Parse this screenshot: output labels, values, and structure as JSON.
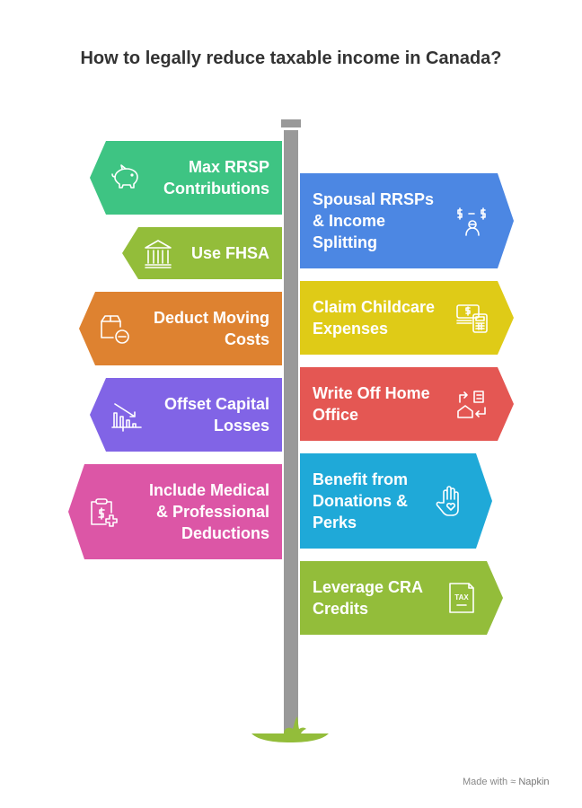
{
  "title": "How to legally reduce taxable income in Canada?",
  "left_signs": [
    {
      "label": "Max RRSP\nContributions",
      "icon": "piggy-bank-icon",
      "color": "#3EC483"
    },
    {
      "label": "Use FHSA",
      "icon": "bank-icon",
      "color": "#93BD3A"
    },
    {
      "label": "Deduct Moving\nCosts",
      "icon": "box-minus-icon",
      "color": "#DE8230"
    },
    {
      "label": "Offset Capital\nLosses",
      "icon": "chart-down-icon",
      "color": "#8164E6"
    },
    {
      "label": "Include Medical\n& Professional\nDeductions",
      "icon": "medical-clipboard-icon",
      "color": "#DC56A6"
    }
  ],
  "right_signs": [
    {
      "label": "Spousal RRSPs\n& Income\nSplitting",
      "icon": "split-money-icon",
      "color": "#4C87E3"
    },
    {
      "label": "Claim Childcare\nExpenses",
      "icon": "cash-calculator-icon",
      "color": "#DFCB17"
    },
    {
      "label": "Write Off Home\nOffice",
      "icon": "home-office-icon",
      "color": "#E45753"
    },
    {
      "label": "Benefit from\nDonations &\nPerks",
      "icon": "hand-heart-icon",
      "color": "#1FA9D8"
    },
    {
      "label": "Leverage CRA\nCredits",
      "icon": "tax-document-icon",
      "color": "#93BD3A"
    }
  ],
  "tax_icon_text": "TAX",
  "footer": {
    "made_with": "Made with",
    "brand": "Napkin"
  }
}
